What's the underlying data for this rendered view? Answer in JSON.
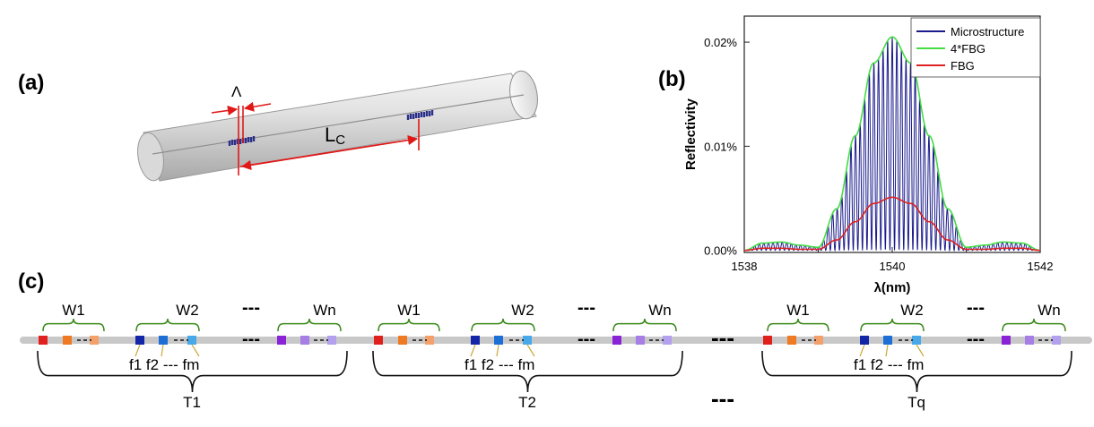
{
  "panel_a": {
    "label": "(a)",
    "period_symbol": "Λ",
    "spacing_symbol": "L",
    "spacing_subscript": "C"
  },
  "panel_b": {
    "label": "(b)"
  },
  "panel_c": {
    "label": "(c)",
    "ellipsis": "---",
    "groups": [
      {
        "label": "T1",
        "wavelengths": [
          "W1",
          "W2",
          "Wn"
        ],
        "freqs": [
          "f1",
          "f2",
          "fm"
        ]
      },
      {
        "label": "T2",
        "wavelengths": [
          "W1",
          "W2",
          "Wn"
        ],
        "freqs": [
          "f1",
          "f2",
          "fm"
        ]
      },
      {
        "label": "Tq",
        "wavelengths": [
          "W1",
          "W2",
          "Wn"
        ],
        "freqs": [
          "f1",
          "f2",
          "fm"
        ]
      }
    ],
    "colors": {
      "W1": [
        "#e0201c",
        "#ef7a22",
        "#f4a06a"
      ],
      "W2": [
        "#1326a8",
        "#1d6fd6",
        "#47a8ea"
      ],
      "Wn": [
        "#8a22d8",
        "#a67ee6",
        "#b3a0ee"
      ]
    }
  },
  "chart_data": {
    "type": "line",
    "xlabel": "λ(nm)",
    "ylabel": "Reflectivity",
    "xlim": [
      1538,
      1542
    ],
    "ylim": [
      -0.0002,
      0.0225
    ],
    "xticks": [
      1538,
      1540,
      1542
    ],
    "xtick_labels": [
      "1538",
      "1540",
      "1542"
    ],
    "yticks": [
      0.0,
      0.01,
      0.02
    ],
    "ytick_labels": [
      "0.00%",
      "0.01%",
      "0.02%"
    ],
    "legend_position": "top-right",
    "series": [
      {
        "name": "Microstructure",
        "color": "#1a1a8c",
        "description": "rapidly oscillating spectrum filling the 4*FBG envelope",
        "x": [
          1538,
          1538.5,
          1539,
          1539.5,
          1540,
          1540.5,
          1541,
          1541.5,
          1542
        ],
        "y": [
          0.0,
          0.0008,
          0.0003,
          0.011,
          0.0205,
          0.011,
          0.0003,
          0.0008,
          0.0
        ]
      },
      {
        "name": "4*FBG",
        "color": "#44dd44",
        "x": [
          1538,
          1538.25,
          1538.5,
          1538.75,
          1539,
          1539.25,
          1539.5,
          1539.75,
          1540,
          1540.25,
          1540.5,
          1540.75,
          1541,
          1541.25,
          1541.5,
          1541.75,
          1542
        ],
        "y": [
          0.0,
          0.0007,
          0.0008,
          0.0005,
          0.0003,
          0.004,
          0.011,
          0.018,
          0.0205,
          0.018,
          0.011,
          0.004,
          0.0003,
          0.0005,
          0.0008,
          0.0007,
          0.0
        ]
      },
      {
        "name": "FBG",
        "color": "#dd2222",
        "x": [
          1538,
          1538.25,
          1538.5,
          1538.75,
          1539,
          1539.25,
          1539.5,
          1539.75,
          1540,
          1540.25,
          1540.5,
          1540.75,
          1541,
          1541.25,
          1541.5,
          1541.75,
          1542
        ],
        "y": [
          0.0,
          0.0002,
          0.0002,
          0.0001,
          0.0001,
          0.001,
          0.00275,
          0.0045,
          0.0051,
          0.0045,
          0.00275,
          0.001,
          0.0001,
          0.0001,
          0.0002,
          0.0002,
          0.0
        ]
      }
    ]
  }
}
